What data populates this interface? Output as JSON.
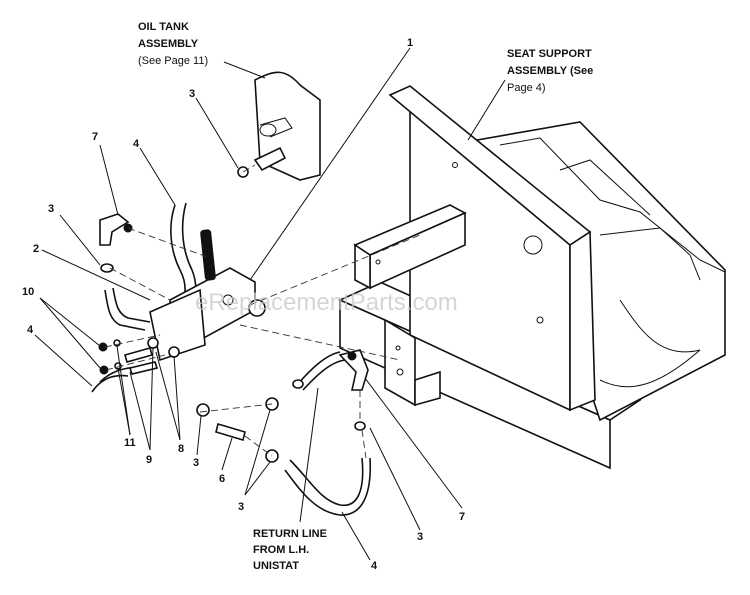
{
  "diagram": {
    "labels": {
      "oil_tank_title": "OIL TANK",
      "oil_tank_sub": "ASSEMBLY",
      "oil_tank_ref": "(See Page 11)",
      "seat_support_title": "SEAT SUPPORT",
      "seat_support_sub": "ASSEMBLY (See",
      "seat_support_ref": "Page 4)",
      "return_line_1": "RETURN LINE",
      "return_line_2": "FROM L.H.",
      "return_line_3": "UNISTAT"
    },
    "callouts": {
      "c1": "1",
      "c2": "2",
      "c3a": "3",
      "c3b": "3",
      "c3c": "3",
      "c3d": "3",
      "c3e": "3",
      "c4a": "4",
      "c4b": "4",
      "c4c": "4",
      "c6": "6",
      "c7a": "7",
      "c7b": "7",
      "c8": "8",
      "c9": "9",
      "c10": "10",
      "c11": "11"
    },
    "watermark": "eReplacementParts.com"
  }
}
